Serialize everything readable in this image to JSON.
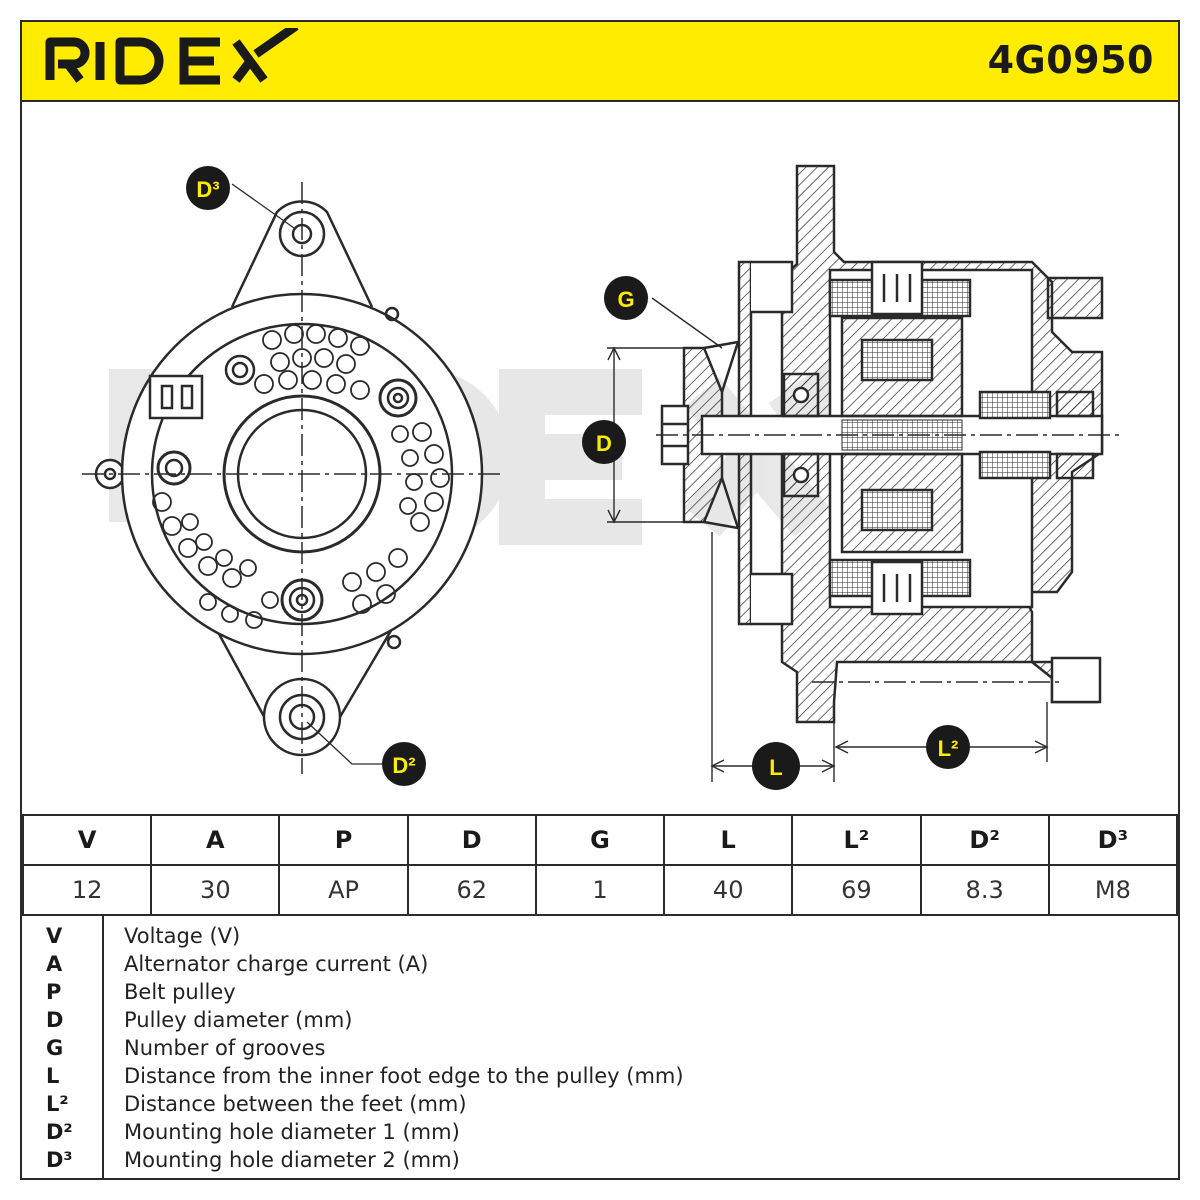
{
  "header": {
    "brand": "RIDEX",
    "part_number": "4G0950"
  },
  "colors": {
    "header_bg": "#ffec00",
    "callout_bg": "#1a1a1a",
    "callout_text": "#ffec00",
    "line": "#2a2a2a"
  },
  "drawing": {
    "callouts": {
      "d3": "D³",
      "g": "G",
      "d": "D",
      "l": "L",
      "l2": "L²",
      "d2": "D²"
    }
  },
  "specs": {
    "headers": [
      "V",
      "A",
      "P",
      "D",
      "G",
      "L",
      "L²",
      "D²",
      "D³"
    ],
    "values": [
      "12",
      "30",
      "AP",
      "62",
      "1",
      "40",
      "69",
      "8.3",
      "M8"
    ]
  },
  "legend": [
    {
      "key": "V",
      "desc": "Voltage (V)"
    },
    {
      "key": "A",
      "desc": "Alternator charge current (A)"
    },
    {
      "key": "P",
      "desc": "Belt pulley"
    },
    {
      "key": "D",
      "desc": "Pulley diameter (mm)"
    },
    {
      "key": "G",
      "desc": "Number of grooves"
    },
    {
      "key": "L",
      "desc": "Distance from the inner foot edge to the pulley (mm)"
    },
    {
      "key": "L²",
      "desc": "Distance between the feet (mm)"
    },
    {
      "key": "D²",
      "desc": "Mounting hole diameter 1 (mm)"
    },
    {
      "key": "D³",
      "desc": "Mounting hole diameter 2 (mm)"
    }
  ]
}
